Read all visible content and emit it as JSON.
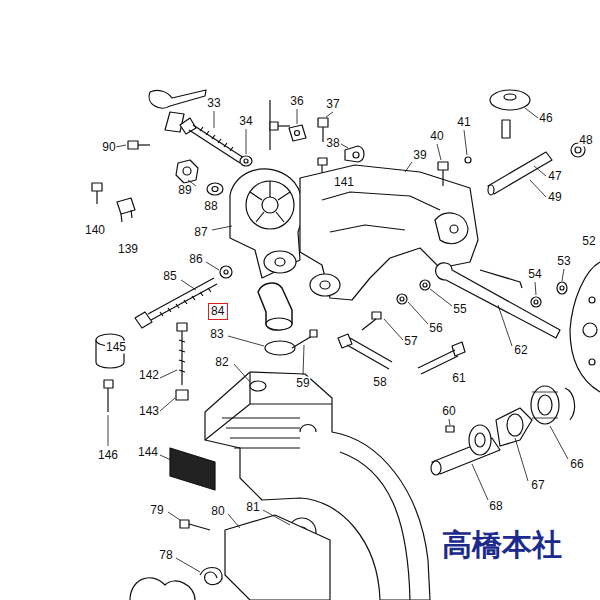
{
  "diagram": {
    "nodes": [
      {
        "text": [
          "84"
        ]
      }
    ],
    "labels": [
      "90",
      "33",
      "36",
      "37",
      "34",
      "38",
      "40",
      "41",
      "46",
      "48",
      "89",
      "141",
      "39",
      "47",
      "49",
      "88",
      "140",
      "139",
      "87",
      "86",
      "52",
      "85",
      "54",
      "53",
      "55",
      "83",
      "56",
      "57",
      "145",
      "62",
      "82",
      "59",
      "58",
      "61",
      "142",
      "143",
      "60",
      "146",
      "144",
      "66",
      "67",
      "68",
      "79",
      "80",
      "81",
      "78",
      "高橋本社"
    ]
  }
}
